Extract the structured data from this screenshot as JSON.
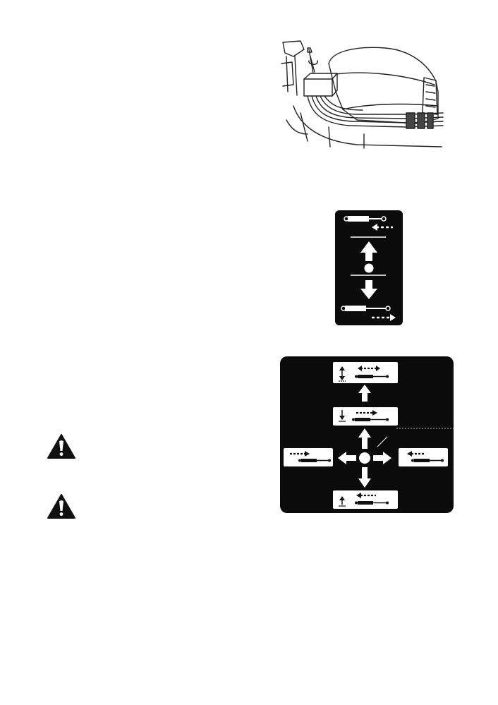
{
  "page": {
    "figures": [
      {
        "id": "tractor-illustration",
        "icon": "tractor-hydraulic-lines-illustration"
      },
      {
        "id": "single-lever-decal",
        "icon": "single-lever-control-decal"
      },
      {
        "id": "joystick-decal",
        "icon": "joystick-four-way-control-decal"
      }
    ],
    "warnings": [
      {
        "icon": "warning-triangle-icon"
      },
      {
        "icon": "warning-triangle-icon"
      }
    ]
  },
  "colors": {
    "ink": "#111111",
    "paper": "#ffffff",
    "decal_background": "#0b0b0b"
  }
}
